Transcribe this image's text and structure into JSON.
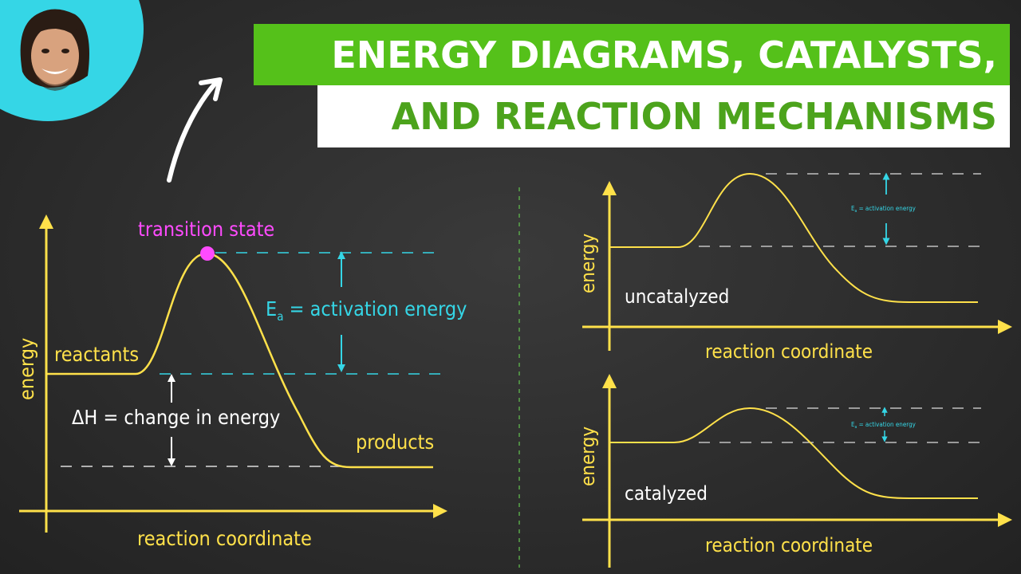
{
  "title": {
    "line1": "ENERGY DIAGRAMS, CATALYSTS,",
    "line2": "AND REACTION MECHANISMS"
  },
  "main_diagram": {
    "ylabel": "energy",
    "xlabel": "reaction coordinate",
    "transition_state": "transition state",
    "reactants": "reactants",
    "products": "products",
    "ea_symbol": "E",
    "ea_sub": "a",
    "ea_text": " = activation energy",
    "dh_label": "ΔH = change in energy"
  },
  "uncatalyzed_diagram": {
    "ylabel": "energy",
    "xlabel": "reaction coordinate",
    "label": "uncatalyzed",
    "ea_symbol": "E",
    "ea_sub": "a",
    "ea_text": " = activation energy"
  },
  "catalyzed_diagram": {
    "ylabel": "energy",
    "xlabel": "reaction coordinate",
    "label": "catalyzed",
    "ea_symbol": "E",
    "ea_sub": "a",
    "ea_text": " = activation energy"
  },
  "colors": {
    "axis": "#ffe14a",
    "curve": "#ffe14a",
    "annotation": "#35d6e6",
    "transition_state": "#ff4bff",
    "title_green": "#55c11a"
  }
}
